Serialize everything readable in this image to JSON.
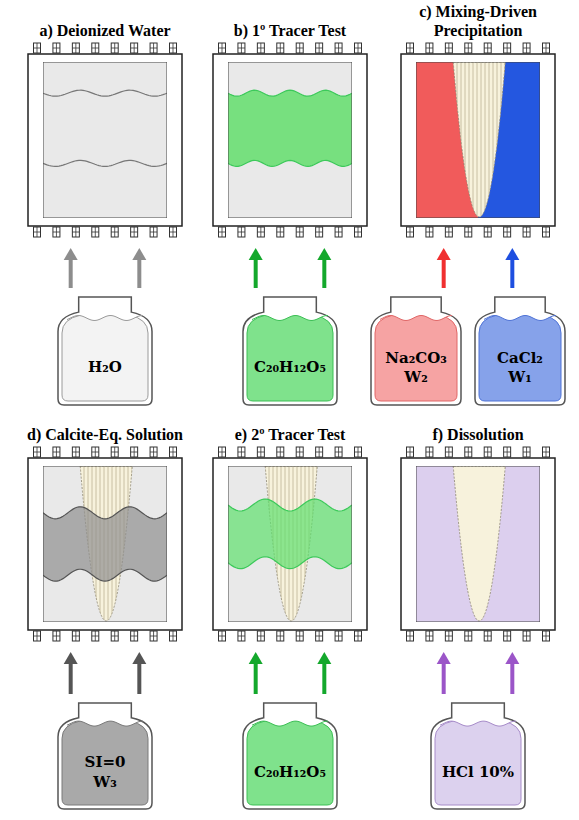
{
  "diagram": {
    "nodes": [
      {
        "text": [
          "a) Deionized Water"
        ]
      },
      {
        "text": [
          "H₂O"
        ]
      },
      {
        "text": [
          "b) 1º Tracer Test"
        ]
      },
      {
        "text": [
          "C₂₀H₁₂O₅"
        ]
      },
      {
        "text": [
          "c) Mixing-Driven Precipitation"
        ]
      },
      {
        "text": [
          "Na₂CO₃",
          "W₂"
        ]
      },
      {
        "text": [
          "CaCl₂",
          "W₁"
        ]
      },
      {
        "text": [
          "d) Calcite-Eq. Solution"
        ]
      },
      {
        "text": [
          "SI=0",
          "W₃"
        ]
      },
      {
        "text": [
          "e) 2º Tracer Test"
        ]
      },
      {
        "text": [
          "C₂₀H₁₂O₅"
        ]
      },
      {
        "text": [
          "f) Dissolution"
        ]
      },
      {
        "text": [
          "HCl 10%"
        ]
      }
    ],
    "edges": [
      {
        "from": 1,
        "to": 0,
        "arrow": "to"
      },
      {
        "from": 1,
        "to": 0,
        "arrow": "to"
      },
      {
        "from": 3,
        "to": 2,
        "arrow": "to"
      },
      {
        "from": 3,
        "to": 2,
        "arrow": "to"
      },
      {
        "from": 5,
        "to": 4,
        "arrow": "to"
      },
      {
        "from": 6,
        "to": 4,
        "arrow": "to"
      },
      {
        "from": 8,
        "to": 7,
        "arrow": "to"
      },
      {
        "from": 8,
        "to": 7,
        "arrow": "to"
      },
      {
        "from": 10,
        "to": 9,
        "arrow": "to"
      },
      {
        "from": 10,
        "to": 9,
        "arrow": "to"
      },
      {
        "from": 12,
        "to": 11,
        "arrow": "to"
      },
      {
        "from": 12,
        "to": 11,
        "arrow": "to"
      }
    ]
  }
}
